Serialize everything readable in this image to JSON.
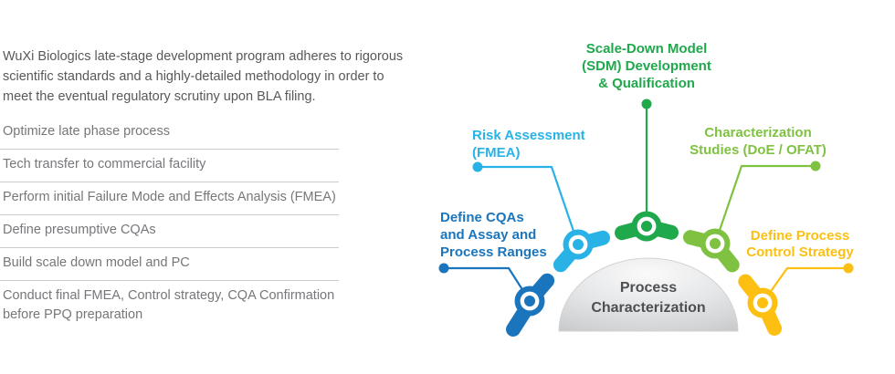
{
  "intro": {
    "lines": [
      "WuXi Biologics late-stage development program adheres to rigorous",
      "scientific standards and a highly-detailed methodology in order to",
      "meet the eventual regulatory scrutiny upon BLA filing."
    ]
  },
  "steps": [
    {
      "lines": [
        "Optimize late phase process"
      ]
    },
    {
      "lines": [
        "Tech transfer to commercial facility"
      ]
    },
    {
      "lines": [
        "Perform initial Failure Mode and Effects Analysis (FMEA)"
      ]
    },
    {
      "lines": [
        "Define presumptive CQAs"
      ]
    },
    {
      "lines": [
        "Build scale down model and PC"
      ]
    },
    {
      "lines": [
        "Conduct final FMEA, Control strategy, CQA Confirmation",
        "before PPQ preparation"
      ]
    }
  ],
  "diagram": {
    "center": {
      "lines": [
        "Process",
        "Characterization"
      ],
      "fill_light": "#f9f9fa",
      "fill_dark": "#c5c6c8",
      "text_color": "#4e4f51"
    },
    "nodes": [
      {
        "id": "define-cqas",
        "lines": [
          "Define CQAs",
          "and Assay and",
          "Process Ranges"
        ],
        "color": "#1b75bc"
      },
      {
        "id": "risk-assessment",
        "lines": [
          "Risk Assessment",
          "(FMEA)"
        ],
        "color": "#29b2e6"
      },
      {
        "id": "sdm-development",
        "lines": [
          "Scale-Down Model",
          "(SDM) Development",
          "& Qualification"
        ],
        "color": "#1fa84c"
      },
      {
        "id": "characterization-studies",
        "lines": [
          "Characterization",
          "Studies (DoE / OFAT)"
        ],
        "color": "#7fc241"
      },
      {
        "id": "control-strategy",
        "lines": [
          "Define Process",
          "Control Strategy"
        ],
        "color": "#fcbf12"
      }
    ]
  },
  "palette": {
    "dark_blue": "#1b75bc",
    "light_blue": "#29b2e6",
    "green": "#1fa84c",
    "light_green": "#7fc241",
    "yellow": "#fcbf12",
    "intro_text": "#58595b",
    "list_text": "#76777a",
    "divider": "#cbccce",
    "dome_text": "#4e4f51"
  }
}
